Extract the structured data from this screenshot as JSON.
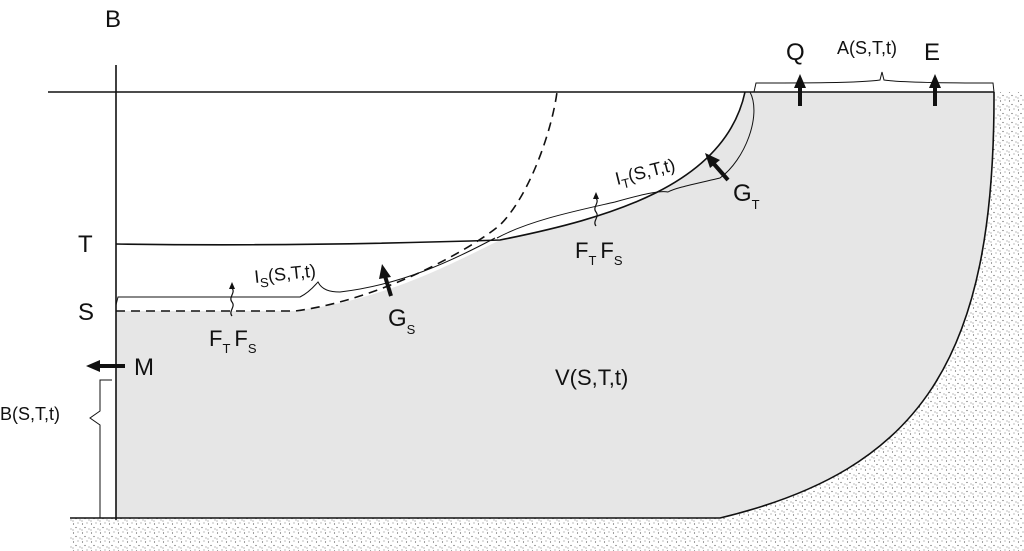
{
  "labels": {
    "axis_b": "B",
    "level_t": "T",
    "level_s": "S",
    "q": "Q",
    "e": "E",
    "m": "M",
    "volume": "V(S,T,t)",
    "area": "A(S,T,t)",
    "boundary": "B(S,T,t)",
    "gt": {
      "main": "G",
      "sub": "T"
    },
    "gs": {
      "main": "G",
      "sub": "S"
    },
    "it": {
      "main": "I",
      "sub": "T",
      "rest": "(S,T,t)"
    },
    "is": {
      "main": "I",
      "sub": "S",
      "rest": "(S,T,t)"
    },
    "ft_fs_upper": {
      "f1": "F",
      "s1": "T",
      "f2": "F",
      "s2": "S"
    },
    "ft_fs_lower": {
      "f1": "F",
      "s1": "T",
      "f2": "F",
      "s2": "S"
    }
  },
  "colors": {
    "fill": "#e6e6e6",
    "line": "#111111",
    "stipple": "#555555"
  }
}
